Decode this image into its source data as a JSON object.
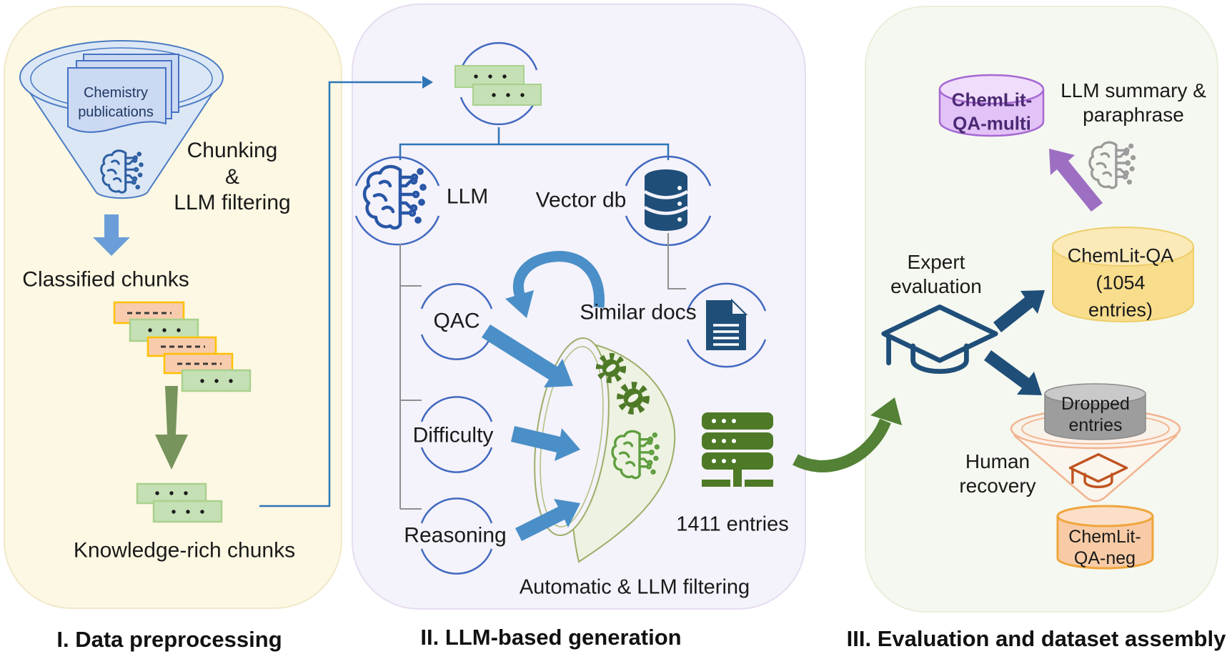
{
  "figure": {
    "type": "pipeline-flow-diagram",
    "topic": "ChemLit-QA dataset construction pipeline"
  },
  "panel1": {
    "title": "I. Data preprocessing",
    "doc_stack": "Chemistry publications",
    "process": "Chunking\n&\nLLM filtering",
    "classified": "Classified chunks",
    "knowledge": "Knowledge-rich chunks"
  },
  "panel2": {
    "title": "II. LLM-based generation",
    "llm": "LLM",
    "vector_db": "Vector db",
    "qac": "QAC",
    "difficulty": "Difficulty",
    "reasoning": "Reasoning",
    "similar_docs": "Similar docs",
    "entries": "1411 entries",
    "filtering": "Automatic & LLM filtering"
  },
  "panel3": {
    "title": "III. Evaluation and dataset assembly",
    "multi_db": "ChemLit-\nQA-multi",
    "summary": "LLM summary &\nparaphrase",
    "expert": "Expert\nevaluation",
    "main_db": "ChemLit-QA\n(1054 entries)",
    "dropped_db": "Dropped\nentries",
    "human": "Human\nrecovery",
    "neg_db": "ChemLit-\nQA-neg"
  },
  "icons": {
    "funnel_blue": "filter-funnel",
    "funnel_green": "filter-funnel",
    "funnel_orange": "filter-funnel",
    "ai_brain": "brain-with-circuits",
    "database": "database-cylinder",
    "document": "document-page",
    "server": "server-rack",
    "gears": "two-gears",
    "graduation_cap": "graduation-cap"
  },
  "colors": {
    "panel1_bg": "#fdf8e3",
    "panel2_bg": "#f4f2fa",
    "panel3_bg": "#f5f8f0",
    "line_blue": "#2e75b6",
    "arc_blue": "#4169c0",
    "arrow_blue": "#4a8fc7",
    "navy": "#1f4e79",
    "olive_arrow": "#77945c",
    "dark_green": "#4e7a27",
    "medium_green": "#538135",
    "purple_arrow": "#9d6fc3",
    "chunk_orange": "#f8cbad",
    "chunk_orange_border": "#ffc000",
    "chunk_green": "#c5e0b4",
    "chunk_green_border": "#a9d18e",
    "cyl_purple": "#e3c3f7",
    "cyl_yellow": "#f8dd8d",
    "cyl_gray": "#9d9d9d",
    "cyl_peach": "#f8cba6",
    "funnel_light_blue": "#dce7f5",
    "funnel_light_green": "#edf2e2"
  }
}
